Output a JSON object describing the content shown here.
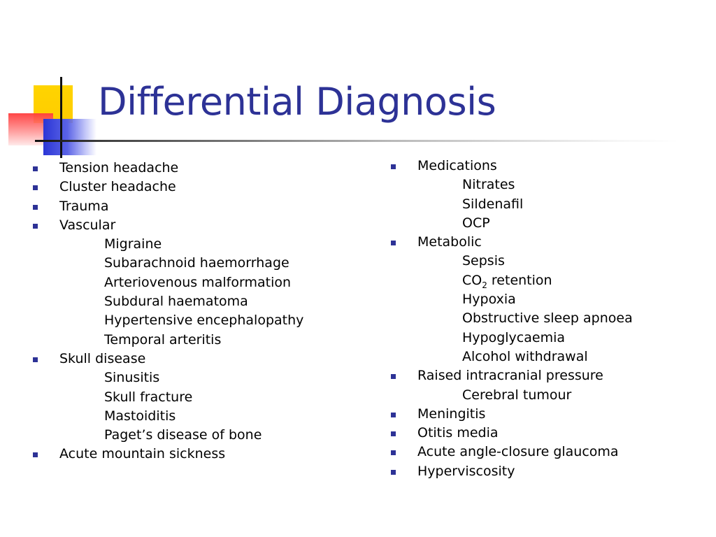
{
  "slide": {
    "title": "Differential Diagnosis",
    "colors": {
      "title": "#2d3296",
      "bullet": "#2d3296",
      "deco_yellow": "#ffcc00",
      "deco_red": "#ff3c3c",
      "deco_blue": "#2b36d6"
    }
  },
  "left_column": [
    {
      "text": "Tension headache",
      "level": 1
    },
    {
      "text": "Cluster headache",
      "level": 1
    },
    {
      "text": "Trauma",
      "level": 1
    },
    {
      "text": "Vascular",
      "level": 1
    },
    {
      "text": "Migraine",
      "level": 2
    },
    {
      "text": "Subarachnoid haemorrhage",
      "level": 2
    },
    {
      "text": "Arteriovenous malformation",
      "level": 2
    },
    {
      "text": "Subdural haematoma",
      "level": 2
    },
    {
      "text": "Hypertensive encephalopathy",
      "level": 2
    },
    {
      "text": "Temporal arteritis",
      "level": 2
    },
    {
      "text": "Skull disease",
      "level": 1
    },
    {
      "text": "Sinusitis",
      "level": 2
    },
    {
      "text": "Skull fracture",
      "level": 2
    },
    {
      "text": "Mastoiditis",
      "level": 2
    },
    {
      "text": "Paget’s disease of bone",
      "level": 2
    },
    {
      "text": "Acute mountain sickness",
      "level": 1
    }
  ],
  "right_column": [
    {
      "text": "Medications",
      "level": 1
    },
    {
      "text": "Nitrates",
      "level": 2
    },
    {
      "text": "Sildenafil",
      "level": 2
    },
    {
      "text": "OCP",
      "level": 2
    },
    {
      "text": "Metabolic",
      "level": 1
    },
    {
      "text": "Sepsis",
      "level": 2
    },
    {
      "text": "CO",
      "subscript": "2",
      "suffix": " retention",
      "level": 2
    },
    {
      "text": "Hypoxia",
      "level": 2
    },
    {
      "text": "Obstructive sleep apnoea",
      "level": 2
    },
    {
      "text": "Hypoglycaemia",
      "level": 2
    },
    {
      "text": "Alcohol withdrawal",
      "level": 2
    },
    {
      "text": "Raised intracranial pressure",
      "level": 1
    },
    {
      "text": "Cerebral tumour",
      "level": 2
    },
    {
      "text": "Meningitis",
      "level": 1
    },
    {
      "text": "Otitis media",
      "level": 1
    },
    {
      "text": "Acute angle-closure glaucoma",
      "level": 1
    },
    {
      "text": "Hyperviscosity",
      "level": 1
    }
  ]
}
